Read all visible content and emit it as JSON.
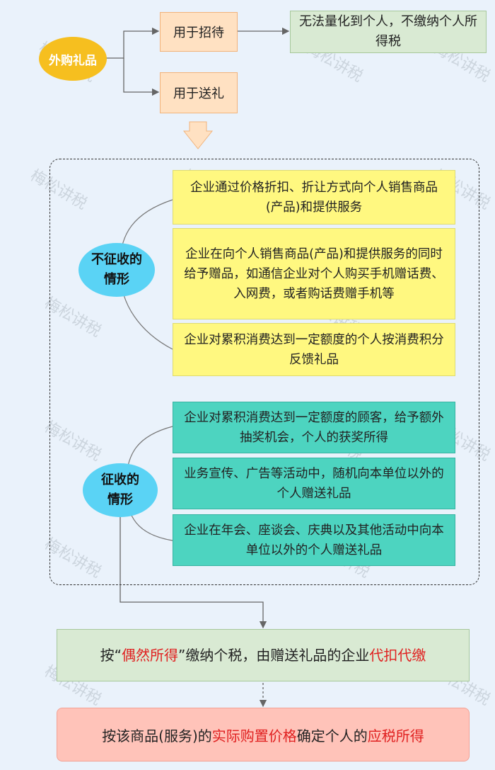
{
  "source": {
    "label": "外购礼品"
  },
  "uses": {
    "entertain": "用于招待",
    "gift": "用于送礼"
  },
  "entertain_result": "无法量化到个人，不缴纳个人所得税",
  "no_tax": {
    "label": "不征收的\n情形",
    "items": [
      "企业通过价格折扣、折让方式向个人销售商品(产品)和提供服务",
      "企业在向个人销售商品(产品)和提供服务的同时给予赠品，如通信企业对个人购买手机赠话费、入网费，或者购话费赠手机等",
      "企业对累积消费达到一定额度的个人按消费积分反馈礼品"
    ]
  },
  "tax": {
    "label": "征收的\n情形",
    "items": [
      "企业对累积消费达到一定额度的顾客，给予额外抽奖机会，个人的获奖所得",
      "业务宣传、广告等活动中，随机向本单位以外的个人赠送礼品",
      "企业在年会、座谈会、庆典以及其他活动中向本单位以外的个人赠送礼品"
    ]
  },
  "result1": {
    "prefix": "按“",
    "highlight1": "偶然所得",
    "middle": "”缴纳个税，由赠送礼品的企业",
    "highlight2": "代扣代缴"
  },
  "result2": {
    "prefix": "按该商品(服务)的",
    "highlight1": "实际购置价格",
    "middle": "确定个人的",
    "highlight2": "应税所得"
  },
  "watermark": "梅松讲税",
  "colors": {
    "accent_red": "#e02020",
    "oval_yellow": "#f6bf1f",
    "oval_blue": "#5ad3f5",
    "teal": "#4dd4c0",
    "yellow": "#fff880"
  }
}
